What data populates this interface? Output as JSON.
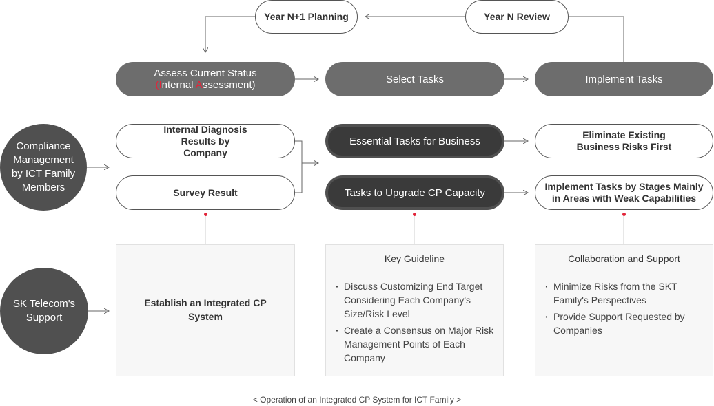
{
  "top": {
    "planning": "Year N+1 Planning",
    "review": "Year N Review"
  },
  "process": {
    "assess_line1": "Assess Current Status",
    "assess_open": "(",
    "assess_i": "I",
    "assess_mid": "nternal ",
    "assess_a": "A",
    "assess_end": "ssessment)",
    "select": "Select Tasks",
    "implement": "Implement Tasks"
  },
  "left": {
    "compliance": "Compliance Management by ICT Family Members",
    "support": "SK Telecom's Support"
  },
  "inputs": {
    "internal_diagnosis": "Internal Diagnosis Results by Company",
    "survey": "Survey Result"
  },
  "tasks": {
    "essential": "Essential Tasks for Business",
    "upgrade": "Tasks to Upgrade CP Capacity"
  },
  "outcomes": {
    "eliminate": "Eliminate Existing Business Risks First",
    "stages": "Implement Tasks by Stages Mainly in Areas with Weak Capabilities"
  },
  "panels": {
    "establish": "Establish an Integrated CP System",
    "key_title": "Key Guideline",
    "key_items": [
      "Discuss Customizing End Target Considering Each Company's Size/Risk Level",
      "Create a Consensus on Major Risk Management Points of Each Company"
    ],
    "collab_title": "Collaboration and Support",
    "collab_items": [
      "Minimize Risks from the SKT Family's Perspectives",
      "Provide Support Requested by Companies"
    ]
  },
  "caption": "< Operation of an Integrated CP System for ICT Family >",
  "colors": {
    "accent_red": "#e2253a",
    "dark_gray": "#505050",
    "mid_gray": "#6d6d6d"
  }
}
